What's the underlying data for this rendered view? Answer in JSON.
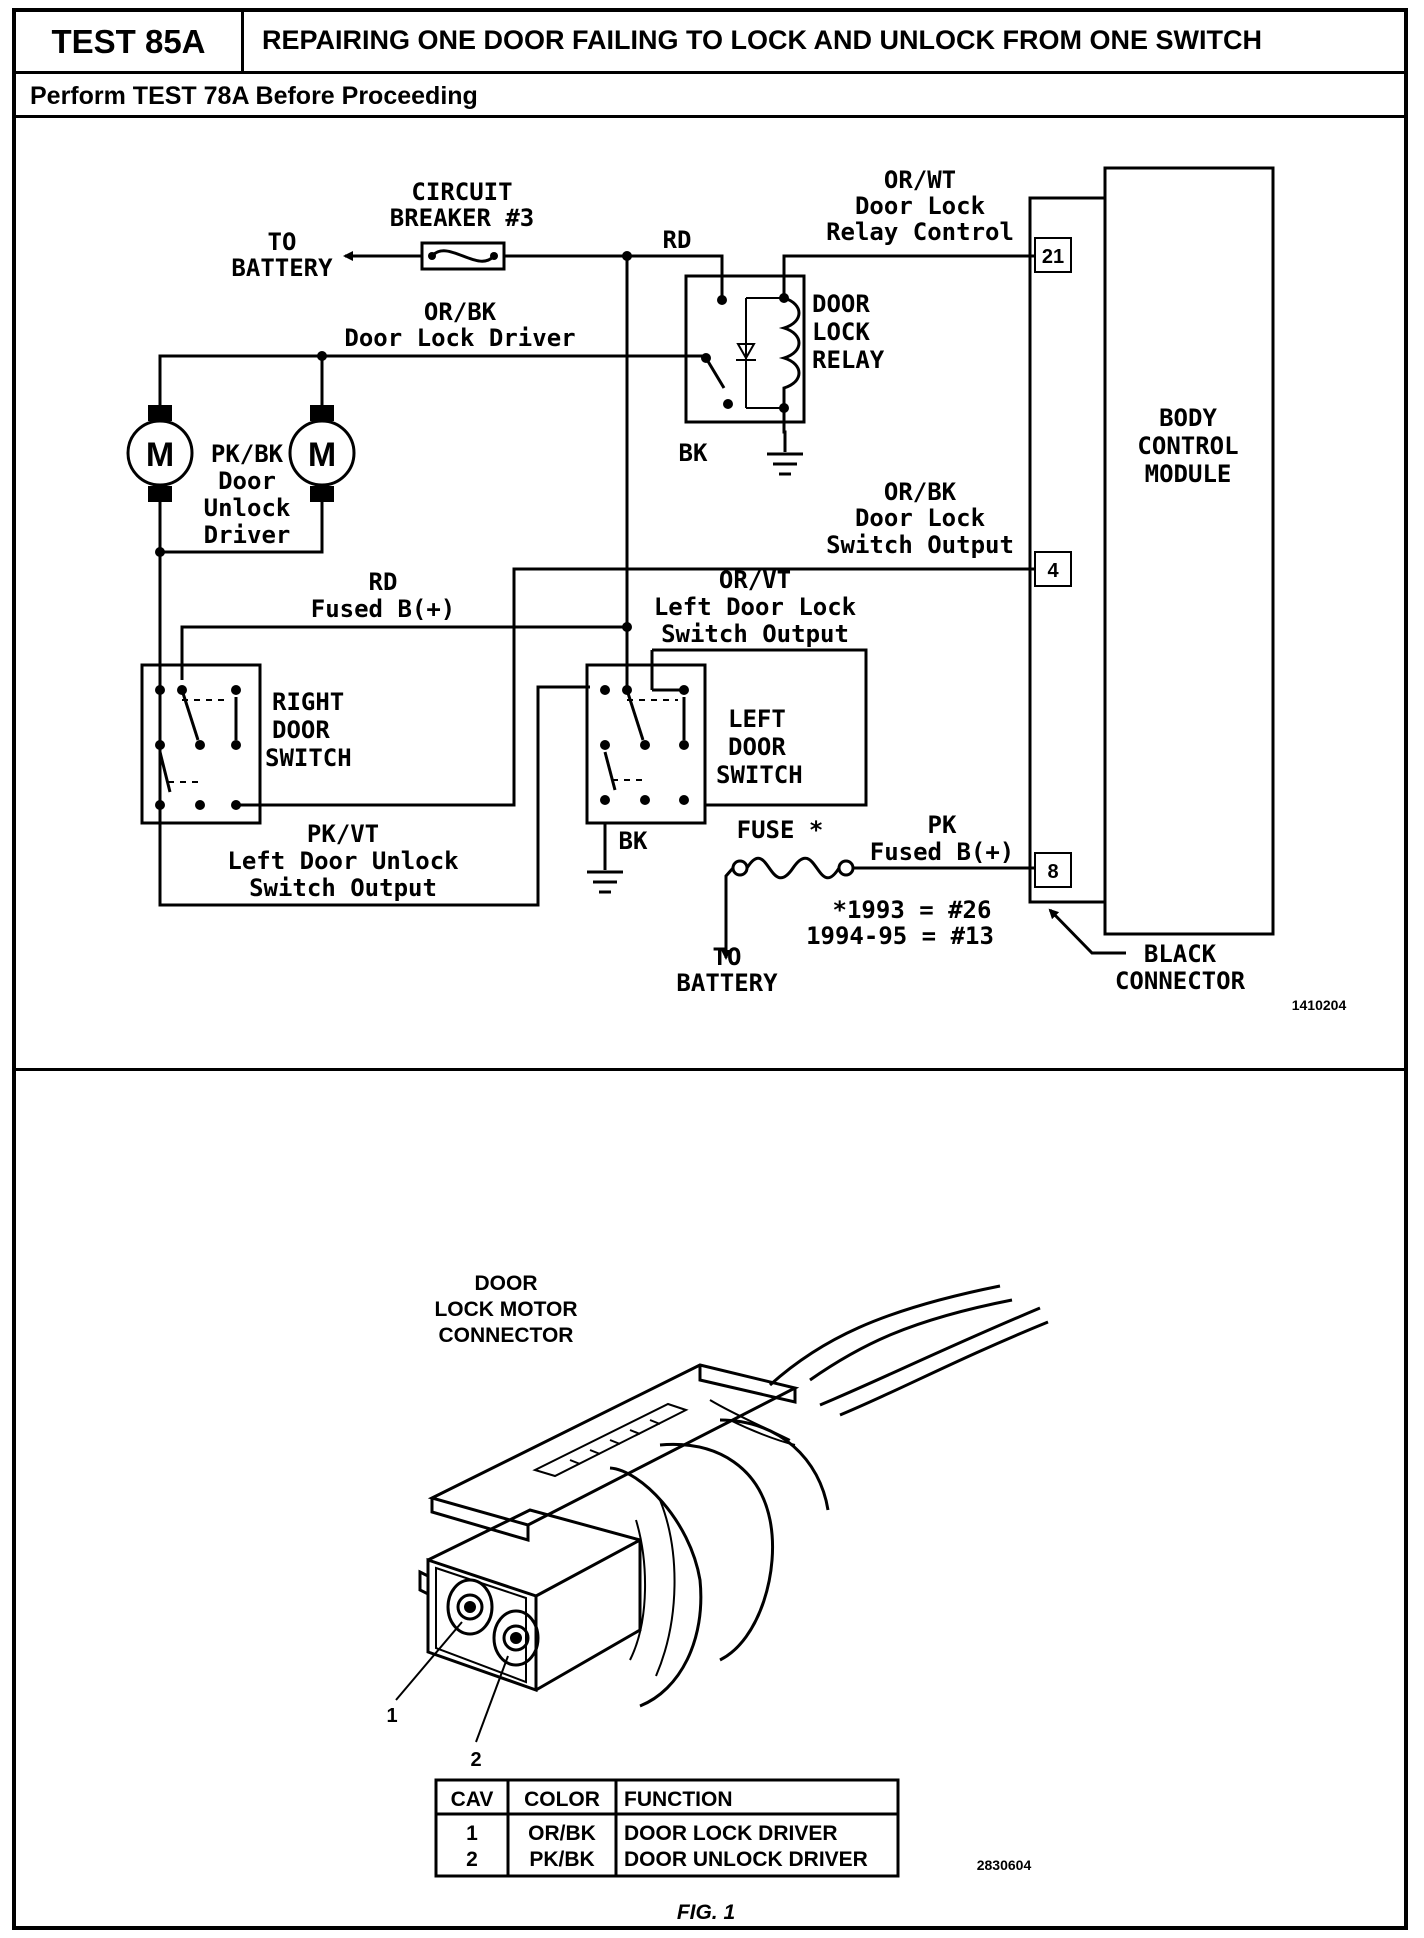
{
  "header": {
    "test_id": "TEST 85A",
    "title": "REPAIRING ONE DOOR FAILING TO LOCK AND UNLOCK FROM ONE SWITCH",
    "prerequisite": "Perform TEST 78A Before Proceeding"
  },
  "schematic": {
    "circuit_breaker": [
      "CIRCUIT",
      "BREAKER #3"
    ],
    "to_battery_top": [
      "TO",
      "BATTERY"
    ],
    "rd_top": "RD",
    "or_wt_top": [
      "OR/WT",
      "Door Lock",
      "Relay Control"
    ],
    "pin_21": "21",
    "relay": [
      "DOOR",
      "LOCK",
      "RELAY"
    ],
    "or_bk_driver": [
      "OR/BK",
      "Door Lock Driver"
    ],
    "motor_symbol": "M",
    "pk_bk_unlock": [
      "PK/BK",
      "Door",
      "Unlock",
      "Driver"
    ],
    "bk_relay": "BK",
    "bcm": [
      "BODY",
      "CONTROL",
      "MODULE"
    ],
    "or_bk_switch": [
      "OR/BK",
      "Door Lock",
      "Switch Output"
    ],
    "pin_4": "4",
    "rd_fused": [
      "RD",
      "Fused B(+)"
    ],
    "or_vt_left": [
      "OR/VT",
      "Left Door Lock",
      "Switch Output"
    ],
    "right_switch": [
      "RIGHT",
      "DOOR",
      "SWITCH"
    ],
    "left_switch": [
      "LEFT",
      "DOOR",
      "SWITCH"
    ],
    "bk_switch": "BK",
    "fuse_label": "FUSE *",
    "pk_fused": [
      "PK",
      "Fused B(+)"
    ],
    "pin_8": "8",
    "pk_vt": [
      "PK/VT",
      "Left Door Unlock",
      "Switch Output"
    ],
    "fuse_years": [
      "*1993 = #26",
      "1994-95 = #13"
    ],
    "to_battery_bottom": [
      "TO",
      "BATTERY"
    ],
    "black_connector": [
      "BLACK",
      "CONNECTOR"
    ],
    "figure_code": "1410204"
  },
  "figure": {
    "connector_label": [
      "DOOR",
      "LOCK MOTOR",
      "CONNECTOR"
    ],
    "callout_1": "1",
    "callout_2": "2",
    "figure_code": "2830604",
    "caption": "FIG. 1"
  },
  "table": {
    "headers": [
      "CAV",
      "COLOR",
      "FUNCTION"
    ],
    "rows": [
      [
        "1",
        "OR/BK",
        "DOOR LOCK DRIVER"
      ],
      [
        "2",
        "PK/BK",
        "DOOR UNLOCK DRIVER"
      ]
    ]
  }
}
